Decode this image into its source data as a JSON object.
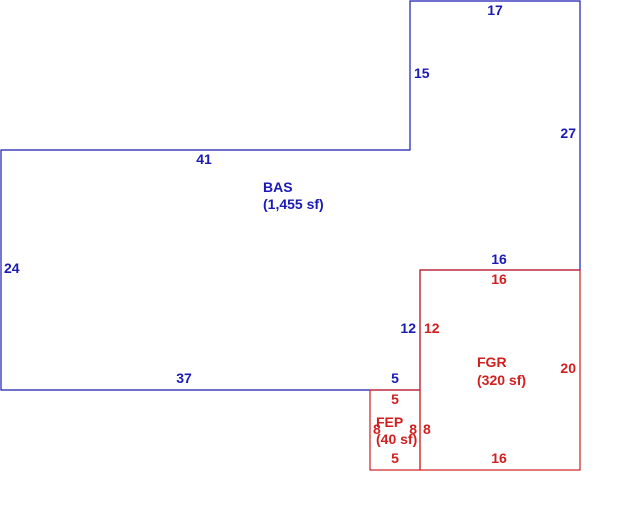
{
  "colors": {
    "base": "#1a1ab4",
    "garage": "#d21e1e",
    "background": "#ffffff"
  },
  "areas": {
    "bas": {
      "code": "BAS",
      "size": "(1,455 sf)"
    },
    "fgr": {
      "code": "FGR",
      "size": "(320 sf)"
    },
    "fep": {
      "code": "FEP",
      "size": "(40 sf)"
    }
  },
  "dims": {
    "bas_top_right": "17",
    "bas_inner_vertical": "15",
    "bas_right": "27",
    "bas_top_left": "41",
    "bas_left": "24",
    "bas_bottom": "37",
    "bas_step_bottom": "5",
    "bas_step_top": "16",
    "bas_step_vertical": "12",
    "fgr_top": "16",
    "fgr_left": "12",
    "fgr_right": "20",
    "fgr_bottom": "16",
    "fep_top": "5",
    "fep_left": "8",
    "fep_right_a": "8",
    "fep_right_b": "8",
    "fep_bottom": "5"
  }
}
